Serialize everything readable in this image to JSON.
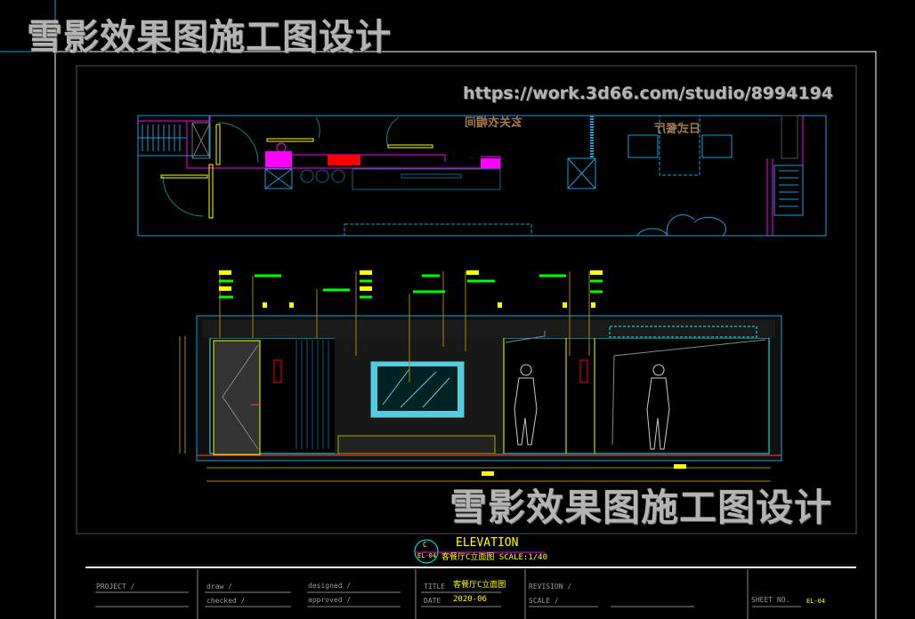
{
  "watermark": {
    "title": "雪影效果图施工图设计",
    "url": "https://work.3d66.com/studio/8994194"
  },
  "plan": {
    "room_label_1": "玄关衣帽间",
    "room_label_2": "日式餐厅"
  },
  "drawing_tag": {
    "letter": "C",
    "sheet": "EL-04",
    "heading": "ELEVATION",
    "subtitle": "客餐厅C立面图  SCALE:1/40"
  },
  "title_block": {
    "project_label": "PROJECT /",
    "draw_label": "draw   /",
    "checked_label": "checked /",
    "designed_label": "designed /",
    "approved_label": "approved /",
    "title_label": "TITLE",
    "title_value": "客餐厅C立面图",
    "date_label": "DATE",
    "date_value": "2020-06",
    "revision_label": "REVISION /",
    "scale_label": "SCALE    /",
    "sheet_label": "SHEET   NO.",
    "sheet_value": "EL-04"
  },
  "colors": {
    "background": "#000000",
    "frame": "#ffffff",
    "plan_line": "#1e9bd7",
    "wall_magenta": "#ff00ff",
    "annotation_yellow": "#ffff00",
    "leader_green": "#00ff00",
    "cyan": "#00ffff"
  }
}
